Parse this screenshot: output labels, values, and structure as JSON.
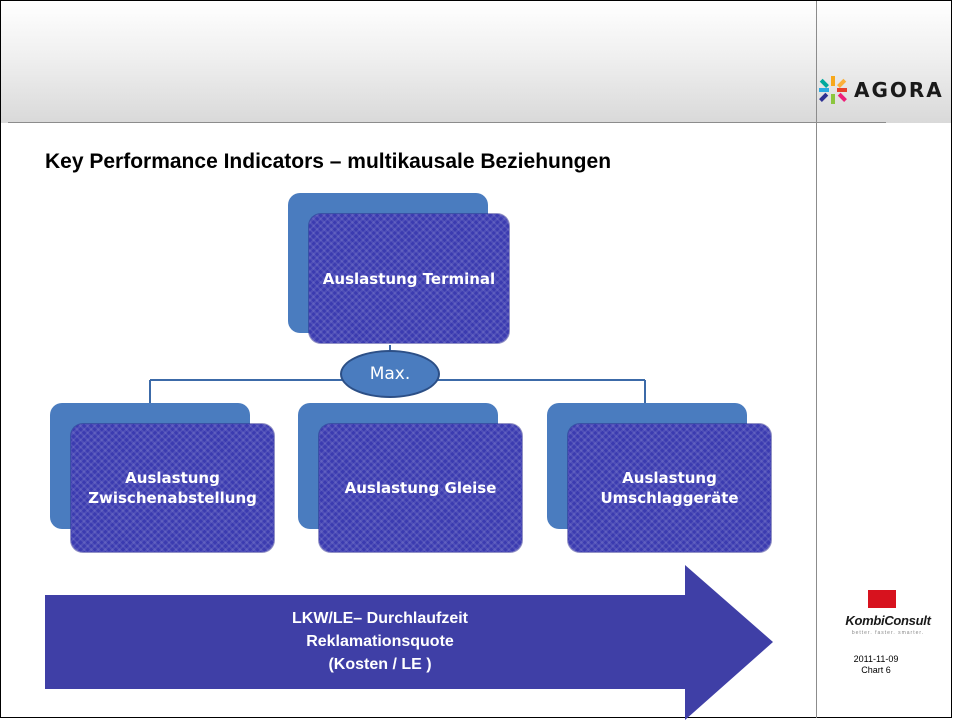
{
  "header": {
    "logo_text": "AGORA"
  },
  "slide": {
    "title": "Key Performance Indicators – multikausale Beziehungen"
  },
  "diagram": {
    "top": {
      "label": "Auslastung Terminal"
    },
    "connector_label": "Max.",
    "children": [
      {
        "label": "Auslastung\nZwischenabstellung"
      },
      {
        "label": "Auslastung Gleise"
      },
      {
        "label": "Auslastung\nUmschlaggeräte"
      }
    ],
    "colors": {
      "box_back": "#4a7cbf",
      "box_front": "#3b3bb0",
      "arrow": "#3f3fa6"
    }
  },
  "arrow": {
    "lines": "LKW/LE– Durchlaufzeit\nReklamationsquote\n(Kosten / LE )"
  },
  "footer": {
    "company_logo": "KombiConsult",
    "tagline": "better. faster. smarter.",
    "date": "2011-11-09",
    "chart_label": "Chart 6"
  }
}
